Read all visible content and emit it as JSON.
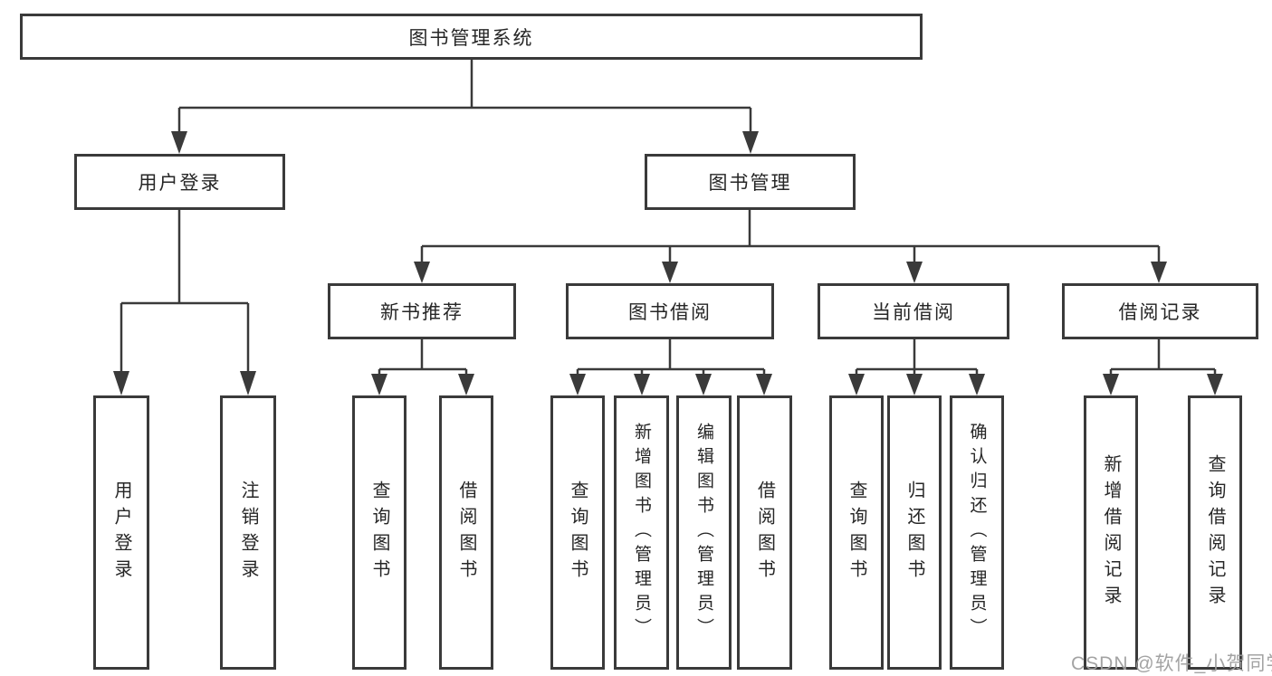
{
  "colors": {
    "line": "#3a3a3a",
    "box_border": "#3a3a3a",
    "text": "#262626",
    "watermark": "#9e9e9e",
    "background": "#ffffff"
  },
  "nodes": {
    "root": "图书管理系统",
    "userLogin": "用户登录",
    "bookMgmt": "图书管理",
    "newBooks": "新书推荐",
    "bookBorrow": "图书借阅",
    "currentBorrow": "当前借阅",
    "borrowRecords": "借阅记录",
    "userLoginLeaf": "用户登录",
    "logoutLeaf": "注销登录",
    "nbQuery": "查询图书",
    "nbBorrow": "借阅图书",
    "bbQuery": "查询图书",
    "bbAdd": "新增图书（管理员）",
    "bbEdit": "编辑图书（管理员）",
    "bbBorrow": "借阅图书",
    "cbQuery": "查询图书",
    "cbReturn": "归还图书",
    "cbConfirm": "确认归还（管理员）",
    "brAdd": "新增借阅记录",
    "brQuery": "查询借阅记录"
  },
  "hierarchy": {
    "图书管理系统": [
      "用户登录",
      "图书管理"
    ],
    "用户登录": [
      "用户登录",
      "注销登录"
    ],
    "图书管理": [
      "新书推荐",
      "图书借阅",
      "当前借阅",
      "借阅记录"
    ],
    "新书推荐": [
      "查询图书",
      "借阅图书"
    ],
    "图书借阅": [
      "查询图书",
      "新增图书（管理员）",
      "编辑图书（管理员）",
      "借阅图书"
    ],
    "当前借阅": [
      "查询图书",
      "归还图书",
      "确认归还（管理员）"
    ],
    "借阅记录": [
      "新增借阅记录",
      "查询借阅记录"
    ]
  },
  "watermark": "CSDN @软件_小贺同学"
}
